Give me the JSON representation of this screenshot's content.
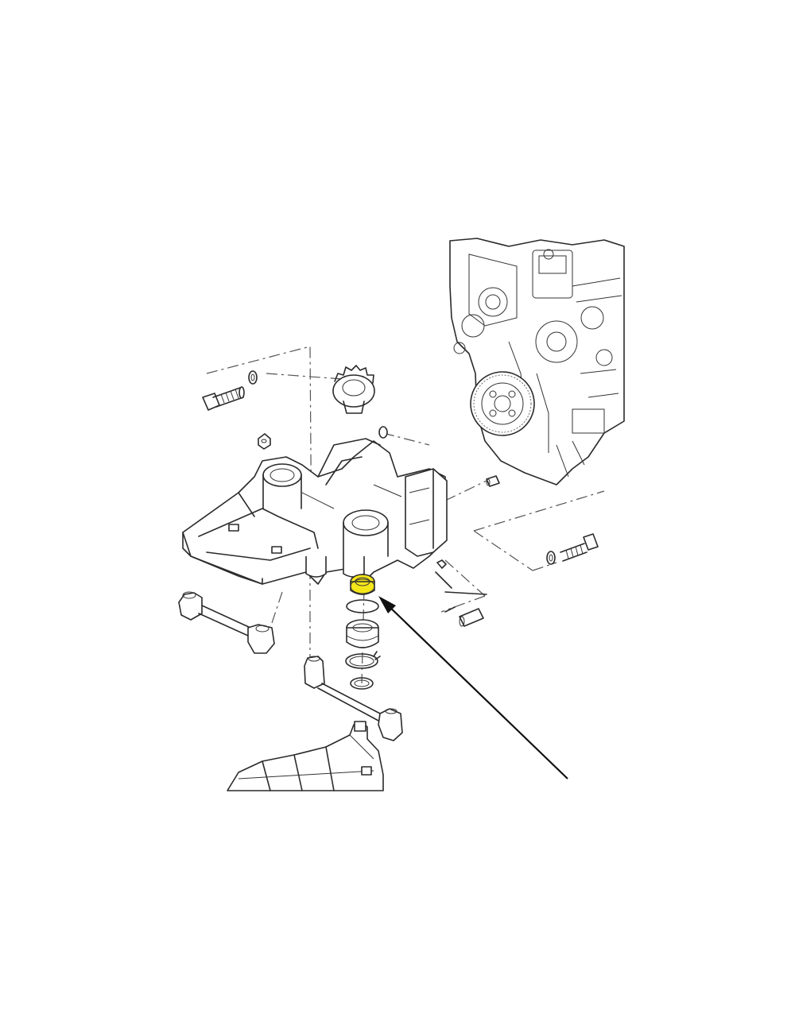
{
  "diagram": {
    "kind": "exploded-parts-view",
    "highlight_color": "#f5e61a",
    "line_color": "#2a2a2a",
    "background": "#ffffff",
    "parts": [
      {
        "id": "engine-block",
        "name": "engine-block"
      },
      {
        "id": "front-axle-support",
        "name": "front-axle-support"
      },
      {
        "id": "mounting-bolt-left",
        "name": "mounting-bolt"
      },
      {
        "id": "mounting-bolt-right",
        "name": "mounting-bolt"
      },
      {
        "id": "washer-left",
        "name": "washer"
      },
      {
        "id": "washer-right",
        "name": "washer"
      },
      {
        "id": "gear-cover",
        "name": "gear-cover"
      },
      {
        "id": "nut",
        "name": "nut"
      },
      {
        "id": "dowel-pin-upper",
        "name": "dowel-pin"
      },
      {
        "id": "dowel-pin-lower",
        "name": "dowel-pin"
      },
      {
        "id": "bushing",
        "name": "bushing",
        "highlighted": true
      },
      {
        "id": "o-ring-1",
        "name": "o-ring"
      },
      {
        "id": "bearing",
        "name": "bearing"
      },
      {
        "id": "snap-ring",
        "name": "snap-ring"
      },
      {
        "id": "seal-ring",
        "name": "seal-ring"
      },
      {
        "id": "tie-rod",
        "name": "tie-rod"
      },
      {
        "id": "steering-link",
        "name": "steering-link"
      },
      {
        "id": "axle-housing",
        "name": "axle-housing"
      }
    ],
    "pointer": {
      "target": "bushing"
    }
  }
}
